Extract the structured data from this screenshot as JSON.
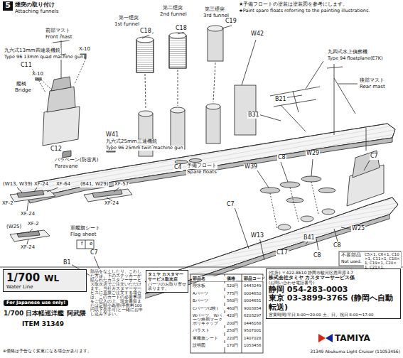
{
  "diagram": {
    "nodes": [
      {
        "text": [
          "5"
        ]
      },
      {
        "text": [
          "1/700",
          "WL",
          "Water Line"
        ]
      },
      {
        "text": [
          "タミヤ カスタマー サービス取次店",
          "パーツのお取り寄せ承ります。"
        ]
      },
      {
        "text": [
          "(住所) 〒422-8610 静岡市駿河区恩田原3-7",
          "株式会社タミヤ カスタマーサービス係",
          "(お問い合わせ電話番号)",
          "静岡 054-283-0003",
          "東京 03-3899-3765 (静岡へ自動転送)",
          "営業時間/平日 8:00〜20:00 土、日、祝日 8:00〜17:00"
        ]
      }
    ],
    "labels": [
      "煙突の取り付け",
      "Attaching funnels",
      "★予備フロートの塗装は塗装図を参考にします。",
      "★Paint spare floats referring to the painting illustrations.",
      "第一煙突",
      "1st funnel",
      "第二煙突",
      "2nd funnel",
      "第三煙突",
      "3rd funnel",
      "C18",
      "C18",
      "C19",
      "W42",
      "前部マスト",
      "Front mast",
      "九六式13mm四連装機銃",
      "Type 96 13mm quad machine gun",
      "X-10",
      "C11",
      "X-10",
      "艦橋",
      "Bridge",
      "C12",
      "パラベーン(防雷具)",
      "Paravane",
      "W41",
      "九六式25mm三連機銃",
      "Type 96 25mm twin machine gun",
      "C4",
      "予備フロート",
      "Spare floats",
      "B21",
      "B31",
      "九四式水上偵察機",
      "Type 94 floatplane(E7K)",
      "後部マスト",
      "Rear mast",
      "(W13, W39)",
      "XF-24",
      "XF-64",
      "XF-2",
      "XF-24",
      "(B41, W29)",
      "XF-57",
      "XF-24",
      "(W25)",
      "XF-2",
      "XF-24",
      "軍艦旗シート",
      "Flag sheet",
      "f",
      "e",
      "C7",
      "B1",
      "W39",
      "C8",
      "W29",
      "C7",
      "C7",
      "W25",
      "W13",
      "C17",
      "B41",
      "C8",
      "C8",
      "不要部品",
      "Not used.",
      "C5×1, C6×1, C10×1, C11×1, C18×1, C19×1, C20×1, C21×1.",
      "For Japanese use only!",
      "1/700 日本軽巡洋艦 阿武隈",
      "ITEM 31349",
      "※価格は予告なく変更になる場合があります。",
      "部品をなくしたり、こわした方は、下のステッカーが貼られたカスタマーサービス取次店でご注文いただけます。当社カスタマーサービスに直接ご注文する場合は、このカードの必要事項をご記入の上、現金書留または定額小為替(手数料100円以下切手可)と一緒にお申し込み下さい。",
      "部品名",
      "価格",
      "部品コード",
      "喫水板",
      "520円",
      "0443249",
      "Aパーツ",
      "775円",
      "0004650",
      "Bパーツ",
      "560円",
      "0004651",
      "Cパーツ(2枚)",
      "460円",
      "9003854",
      "Wパーツ、Wパーツ枠用マーク",
      "420円",
      "6203297",
      "ポリキャップ",
      "200円",
      "0446168",
      "バラスト",
      "250円",
      "9507001",
      "軍艦旗シート",
      "220円",
      "1407028",
      "説明図",
      "170円",
      "1053456",
      "TAMIYA",
      "31349 Abukuma Light Cruiser (11053456)"
    ]
  }
}
